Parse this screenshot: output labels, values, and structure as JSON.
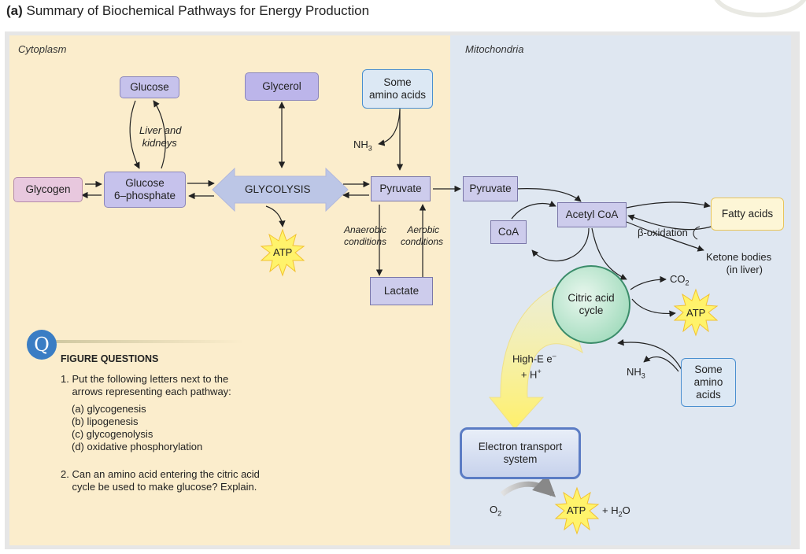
{
  "title": {
    "label": "(a)",
    "text": "Summary of Biochemical Pathways for Energy Production"
  },
  "regions": {
    "cytoplasm": "Cytoplasm",
    "mitochondria": "Mitochondria"
  },
  "nodes": {
    "glucose": "Glucose",
    "glycerol": "Glycerol",
    "amino_acids_top_1": "Some",
    "amino_acids_top_2": "amino acids",
    "glycogen": "Glycogen",
    "g6p_1": "Glucose",
    "g6p_2": "6–phosphate",
    "glycolysis": "GLYCOLYSIS",
    "pyruvate_cyto": "Pyruvate",
    "pyruvate_mito": "Pyruvate",
    "lactate": "Lactate",
    "acetyl_coa": "Acetyl CoA",
    "coa": "CoA",
    "fatty_acids": "Fatty acids",
    "citric_acid_1": "Citric acid",
    "citric_acid_2": "cycle",
    "amino_acids_right_1": "Some",
    "amino_acids_right_2": "amino",
    "amino_acids_right_3": "acids",
    "etc_1": "Electron transport",
    "etc_2": "system"
  },
  "labels": {
    "liver_1": "Liver and",
    "liver_2": "kidneys",
    "nh3": "NH",
    "nh3_sub": "3",
    "atp": "ATP",
    "anaerobic_1": "Anaerobic",
    "anaerobic_2": "conditions",
    "aerobic_1": "Aerobic",
    "aerobic_2": "conditions",
    "beta_ox": "β-oxidation",
    "ketone_1": "Ketone bodies",
    "ketone_2": "(in liver)",
    "co2": "CO",
    "co2_sub": "2",
    "high_e_1": "High-E e",
    "high_e_1_sup": "–",
    "high_e_2": "+ H",
    "high_e_2_sup": "+",
    "o2": "O",
    "o2_sub": "2",
    "h2o_pre": "+ H",
    "h2o_sub": "2",
    "h2o_post": "O"
  },
  "questions": {
    "icon": "Q",
    "heading": "FIGURE QUESTIONS",
    "q1_line1": "1. Put the following letters next to the",
    "q1_line2": "arrows representing each pathway:",
    "opt_a": "(a) glycogenesis",
    "opt_b": "(b) lipogenesis",
    "opt_c": "(c) glycogenolysis",
    "opt_d": "(d) oxidative phosphorylation",
    "q2_line1": "2. Can an amino acid entering the citric acid",
    "q2_line2": "cycle be used to make glucose? Explain."
  },
  "colors": {
    "cytoplasm": "#fbedcc",
    "mitochondria": "#dfe7f1",
    "atp_burst": "#fff36b",
    "question_blue": "#3a7dc4"
  }
}
